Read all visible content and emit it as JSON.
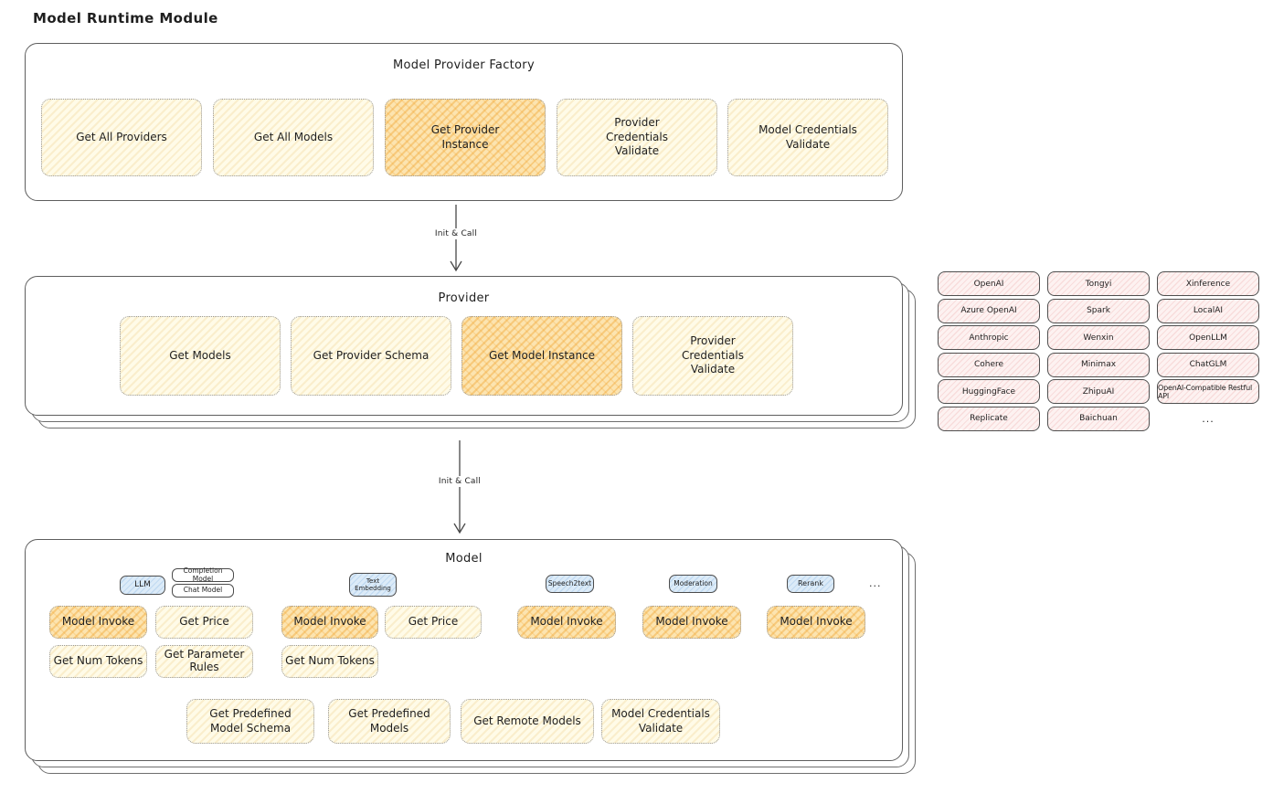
{
  "title": "Model Runtime Module",
  "colors": {
    "yellow_box_bg": "#fffbe8",
    "orange_highlight_bg": "#fce4b0",
    "pink_pill_bg": "#fdf2f1",
    "blue_tag_bg": "#dcebf8",
    "panel_border": "#5e5e5e"
  },
  "factory": {
    "title": "Model Provider Factory",
    "items": [
      {
        "label": "Get All Providers"
      },
      {
        "label": "Get All Models"
      },
      {
        "label": "Get Provider Instance"
      },
      {
        "label": "Provider Credentials Validate"
      },
      {
        "label": "Model Credentials Validate"
      }
    ]
  },
  "arrows": {
    "label": "Init & Call"
  },
  "provider": {
    "title": "Provider",
    "items": [
      {
        "label": "Get Models"
      },
      {
        "label": "Get Provider Schema"
      },
      {
        "label": "Get Model Instance"
      },
      {
        "label": "Provider Credentials Validate"
      }
    ]
  },
  "providers_panel": {
    "items": [
      "OpenAI",
      "Tongyi",
      "Xinference",
      "Azure OpenAI",
      "Spark",
      "LocalAI",
      "Anthropic",
      "Wenxin",
      "OpenLLM",
      "Cohere",
      "Minimax",
      "ChatGLM",
      "HuggingFace",
      "ZhipuAI",
      "OpenAI-Compatible Restful API",
      "Replicate",
      "Baichuan",
      "..."
    ]
  },
  "model": {
    "title": "Model",
    "tags": {
      "llm": "LLM",
      "completion_model": "Completion Model",
      "chat_model": "Chat Model",
      "text_embedding": "Text Embedding",
      "speech2text": "Speech2text",
      "moderation": "Moderation",
      "rerank": "Rerank",
      "more": "..."
    },
    "labels": {
      "model_invoke": "Model Invoke",
      "get_price": "Get Price",
      "get_num_tokens": "Get Num Tokens",
      "get_parameter_rules": "Get Parameter Rules"
    },
    "bottom_items": [
      {
        "label": "Get Predefined Model Schema"
      },
      {
        "label": "Get Predefined Models"
      },
      {
        "label": "Get Remote Models"
      },
      {
        "label": "Model Credentials Validate"
      }
    ]
  }
}
